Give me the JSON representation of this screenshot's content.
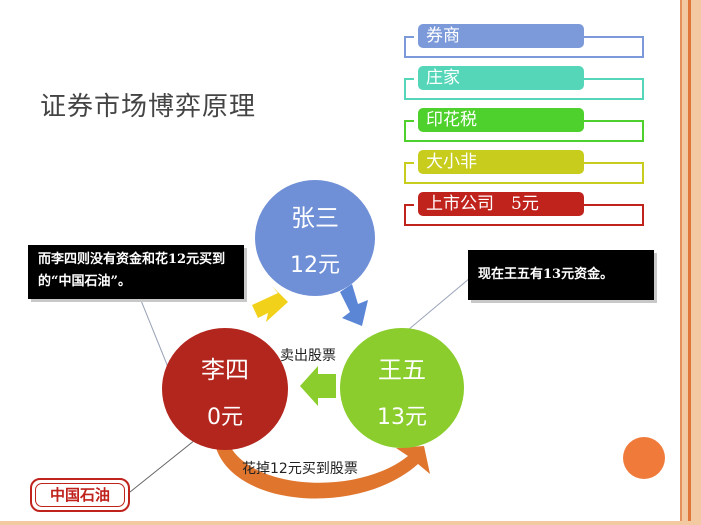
{
  "title": "证券市场博弈原理",
  "roles": [
    {
      "label": "券商",
      "color": "#7c9ad9"
    },
    {
      "label": "庄家",
      "color": "#55d6b8"
    },
    {
      "label": "印花税",
      "color": "#4ed12c"
    },
    {
      "label": "大小非",
      "color": "#c8cc1c"
    },
    {
      "label": "上市公司　5元",
      "color": "#c0221c"
    }
  ],
  "people": {
    "zhangsan": {
      "name": "张三",
      "amount": "12元",
      "color": "#6f8fd6"
    },
    "lisi": {
      "name": "李四",
      "amount": "0元",
      "color": "#b3261e"
    },
    "wangwu": {
      "name": "王五",
      "amount": "13元",
      "color": "#8acd2c"
    }
  },
  "notes": {
    "lisi_note": "而李四则没有资金和花12元买到的“中国石油”。",
    "wangwu_note": "现在王五有13元资金。"
  },
  "stock_label": "中国石油",
  "flow_labels": {
    "sell": "卖出股票",
    "buy": "花掉12元买到股票"
  }
}
